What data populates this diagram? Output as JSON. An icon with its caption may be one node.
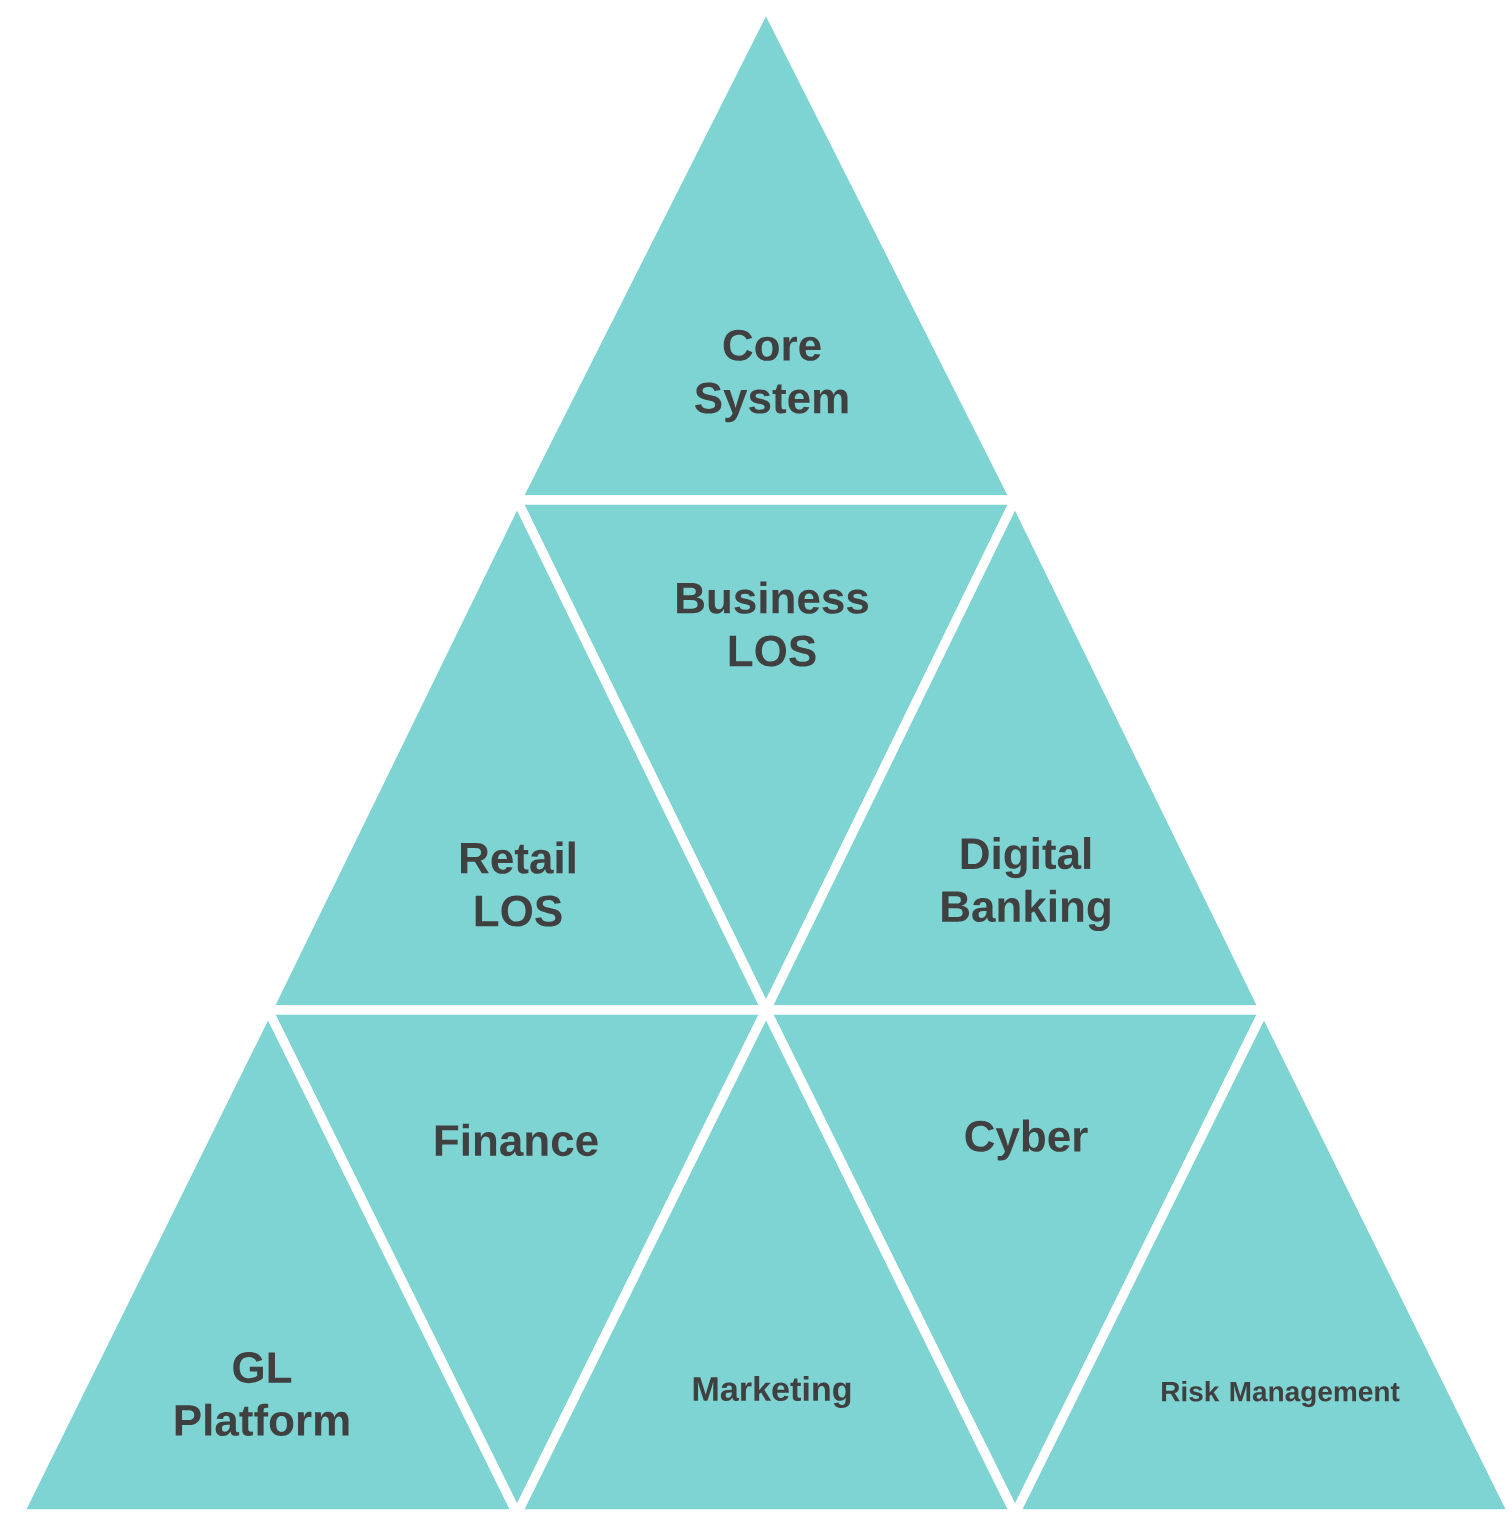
{
  "diagram": {
    "nodes": [
      {
        "text": [
          "Core System"
        ]
      },
      {
        "text": [
          "Business LOS"
        ]
      },
      {
        "text": [
          "Retail LOS"
        ]
      },
      {
        "text": [
          "Digital Banking"
        ]
      },
      {
        "text": [
          "Finance"
        ]
      },
      {
        "text": [
          "Cyber"
        ]
      },
      {
        "text": [
          "GL Platform"
        ]
      },
      {
        "text": [
          "Marketing"
        ]
      },
      {
        "text": [
          "Risk Management"
        ]
      }
    ]
  }
}
